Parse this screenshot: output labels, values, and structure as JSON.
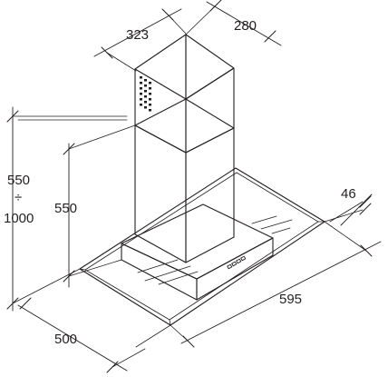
{
  "dimensions": {
    "chimney_width": "323",
    "chimney_depth": "280",
    "total_height_line1": "550",
    "total_height_line2": "÷",
    "total_height_line3": "1000",
    "chimney_height": "550",
    "canopy_thickness": "46",
    "hood_width": "595",
    "hood_depth": "500"
  },
  "icons": {
    "vent_grille": "vent-grille-icon",
    "control_buttons": "control-buttons-icon"
  },
  "colors": {
    "line": "#231f20",
    "background": "#ffffff"
  }
}
